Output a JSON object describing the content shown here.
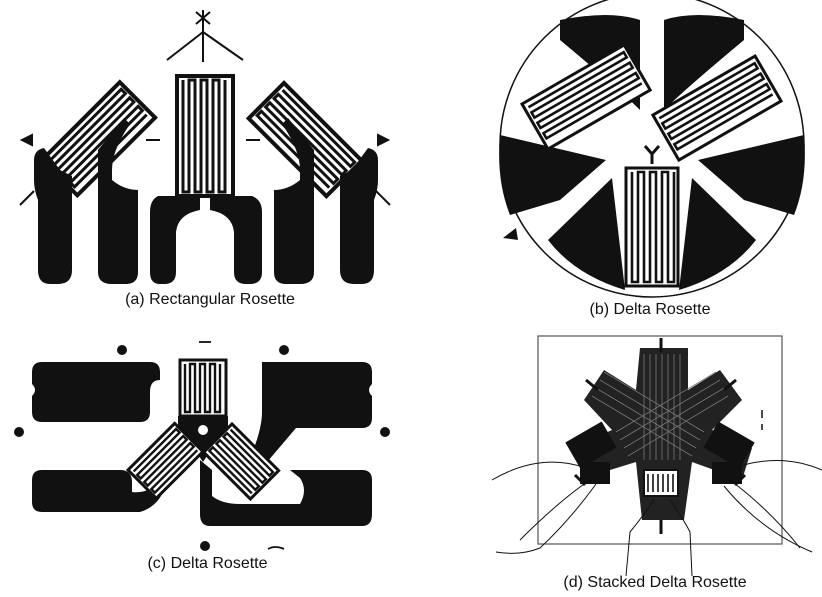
{
  "figure": {
    "panels": [
      {
        "id": "a",
        "caption": "(a) Rectangular Rosette"
      },
      {
        "id": "b",
        "caption": "(b) Delta Rosette"
      },
      {
        "id": "c",
        "caption": "(c) Delta Rosette"
      },
      {
        "id": "d",
        "caption": "(d) Stacked Delta Rosette"
      }
    ]
  },
  "colors": {
    "ink": "#111111",
    "paper": "#ffffff",
    "panel_frame": "#555555"
  }
}
